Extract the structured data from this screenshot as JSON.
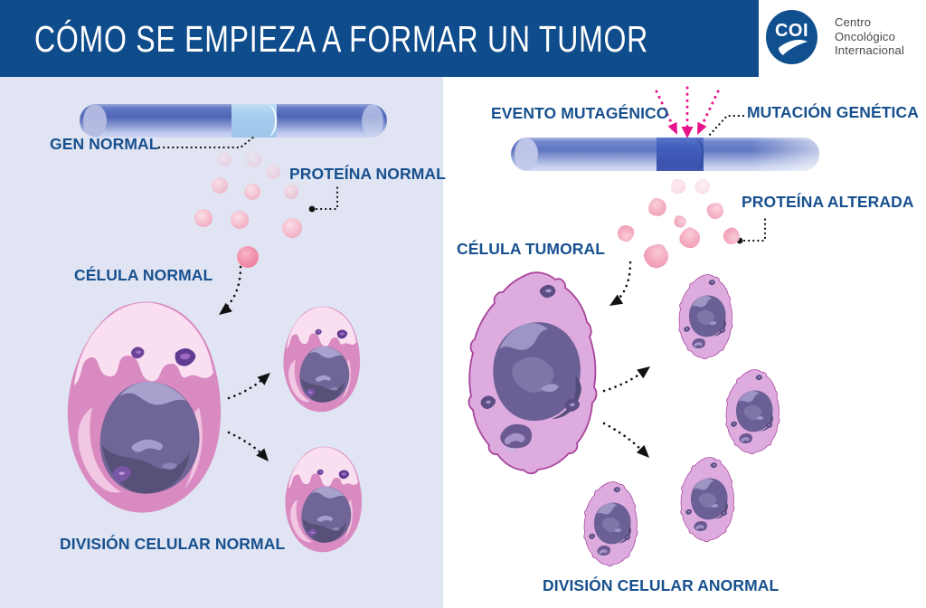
{
  "header": {
    "title": "CÓMO SE EMPIEZA A FORMAR UN TUMOR",
    "logo": {
      "acronym": "COI",
      "lines": [
        "Centro",
        "Oncológico",
        "Internacional"
      ]
    }
  },
  "left_panel": {
    "labels": {
      "gen_normal": "GEN NORMAL",
      "proteina_normal": "PROTEÍNA NORMAL",
      "celula_normal": "CÉLULA NORMAL",
      "division": "DIVISIÓN CELULAR NORMAL"
    }
  },
  "right_panel": {
    "labels": {
      "evento_mutagenico": "EVENTO MUTAGÉNICO",
      "mutacion_genetica": "MUTACIÓN GENÉTICA",
      "proteina_alterada": "PROTEÍNA ALTERADA",
      "celula_tumoral": "CÉLULA TUMORAL",
      "division": "DIVISIÓN CELULAR ANORMAL"
    }
  },
  "colors": {
    "header_bg": "#0E4C8B",
    "label_text": "#17508E",
    "left_panel_bg": "#E1E5F3",
    "right_panel_bg": "#FFFFFF",
    "mutagen_arrow": "#E8128C",
    "leader_line": "#111111",
    "normal_cell_body": "#D98BC1",
    "tumor_cell_body": "#DEABDF",
    "tumor_cell_outline": "#A8449C",
    "nucleus": "#6F6596",
    "gene_mutation_segment": "#3A53AE",
    "gene_normal_segment": "#A6CEEE"
  }
}
